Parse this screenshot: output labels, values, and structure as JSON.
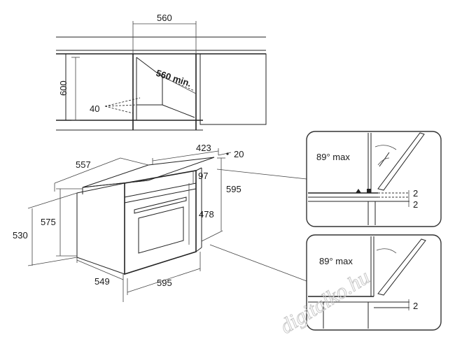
{
  "cabinet": {
    "dim_width": "560",
    "dim_height": "600",
    "dim_min": "560 min.",
    "dim_vent": "40"
  },
  "oven": {
    "dim_depth": "557",
    "dim_top_depth": "423",
    "dim_gap": "20",
    "dim_upper": "97",
    "dim_height": "595",
    "dim_door": "478",
    "dim_body_height": "575",
    "dim_total_height": "530",
    "dim_side": "549",
    "dim_width": "595"
  },
  "detail_top": {
    "angle": "89° max",
    "gap_a": "2",
    "gap_b": "2"
  },
  "detail_bottom": {
    "angle": "89° max",
    "gap": "2"
  },
  "watermark": "digitalko.hu"
}
